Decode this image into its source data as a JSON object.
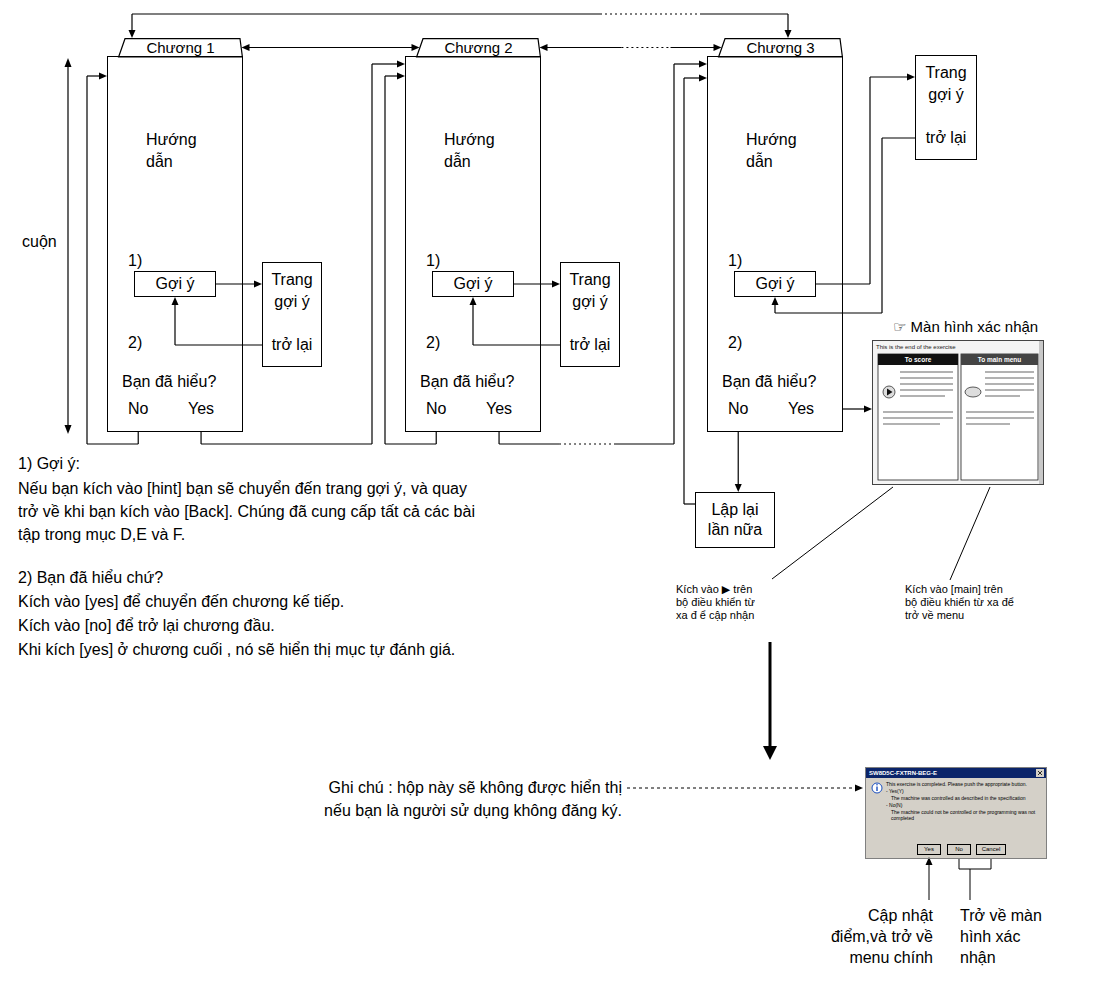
{
  "diagram": {
    "nodes": [
      {
        "text": [
          "Chương 1"
        ]
      },
      {
        "text": [
          "Hướng dẫn",
          "1)",
          "2)",
          "Bạn đã hiểu?"
        ]
      },
      {
        "text": [
          "Gợi ý"
        ],
        "in": 1
      },
      {
        "text": [
          "Trang gợi ý",
          "trở lại"
        ]
      },
      {
        "text": [
          "Chương 2"
        ]
      },
      {
        "text": [
          "Hướng dẫn",
          "1)",
          "2)",
          "Bạn đã hiểu?"
        ]
      },
      {
        "text": [
          "Gợi ý"
        ],
        "in": 5
      },
      {
        "text": [
          "Trang gợi ý",
          "trở lại"
        ]
      },
      {
        "text": [
          "Chương 3"
        ]
      },
      {
        "text": [
          "Hướng dẫn",
          "1)",
          "2)",
          "Bạn đã hiểu?"
        ]
      },
      {
        "text": [
          "Gợi ý"
        ],
        "in": 9
      },
      {
        "text": [
          "Trang gợi ý",
          "trở lại"
        ]
      },
      {
        "text": [
          "Lập lại lần nữa"
        ]
      },
      {
        "text": [
          "This is the end of the exercise",
          "To score",
          "To main menu"
        ]
      },
      {
        "text": [
          "SW8D5C-FXTRN-BEG-E",
          "This exercise is completed. Please push the appropriate button.",
          "- Yes(Y)",
          "The machine was controlled as described in the specification",
          "- No(N)",
          "The machine could not be controlled or the programming was not completed",
          "Yes",
          "No",
          "Cancel"
        ]
      }
    ],
    "edges": [
      {
        "from": 0,
        "to": 4,
        "arrow": "both"
      },
      {
        "from": 4,
        "to": 8,
        "arrow": "both"
      },
      {
        "from": 0,
        "to": 8,
        "arrow": "both"
      },
      {
        "from": 2,
        "to": 3,
        "arrow": "to"
      },
      {
        "from": 3,
        "to": 2,
        "arrow": "to"
      },
      {
        "from": 1,
        "to": 1,
        "label": "No",
        "arrow": "to"
      },
      {
        "from": 1,
        "to": 5,
        "label": "Yes",
        "arrow": "to"
      },
      {
        "from": 6,
        "to": 7,
        "arrow": "to"
      },
      {
        "from": 7,
        "to": 6,
        "arrow": "to"
      },
      {
        "from": 5,
        "to": 5,
        "label": "No",
        "arrow": "to"
      },
      {
        "from": 5,
        "to": 9,
        "label": "Yes",
        "arrow": "to"
      },
      {
        "from": 10,
        "to": 11,
        "arrow": "to"
      },
      {
        "from": 11,
        "to": 10,
        "arrow": "to"
      },
      {
        "from": 9,
        "to": 12,
        "label": "No",
        "arrow": "to"
      },
      {
        "from": 12,
        "to": 9,
        "arrow": "to"
      },
      {
        "from": 9,
        "to": 13,
        "label": "Yes",
        "arrow": "to"
      }
    ],
    "labels": [
      "cuộn",
      "1) Gợi ý:",
      "Nếu bạn kích vào [hint] bạn sẽ chuyển đến trang gợi ý, và quay trở về khi bạn kích vào [Back]. Chúng đã cung cấp tất cả các bài tập trong mục D,E và F.",
      "2) Bạn đã hiểu chứ?",
      "Kích vào [yes] để chuyển đến chương kế tiếp.",
      "Kích vào [no] để trở lại chương đầu.",
      "Khi kích [yes] ở chương cuối , nó sẽ hiển thị mục tự đánh giá.",
      "☞ Màn hình xác nhận",
      "Kích vào ▶ trên bộ điều khiển từ xa đ ể cập nhận",
      "Kích vào [main] trên bộ điều khiển từ xa để trở về menu",
      "Ghi chú : hộp này sẽ không được hiển thị nếu bạn là người sử dụng không đăng ký.",
      "Cập nhật điểm,và trở về menu chính",
      "Trở về màn hình xác nhận"
    ]
  }
}
